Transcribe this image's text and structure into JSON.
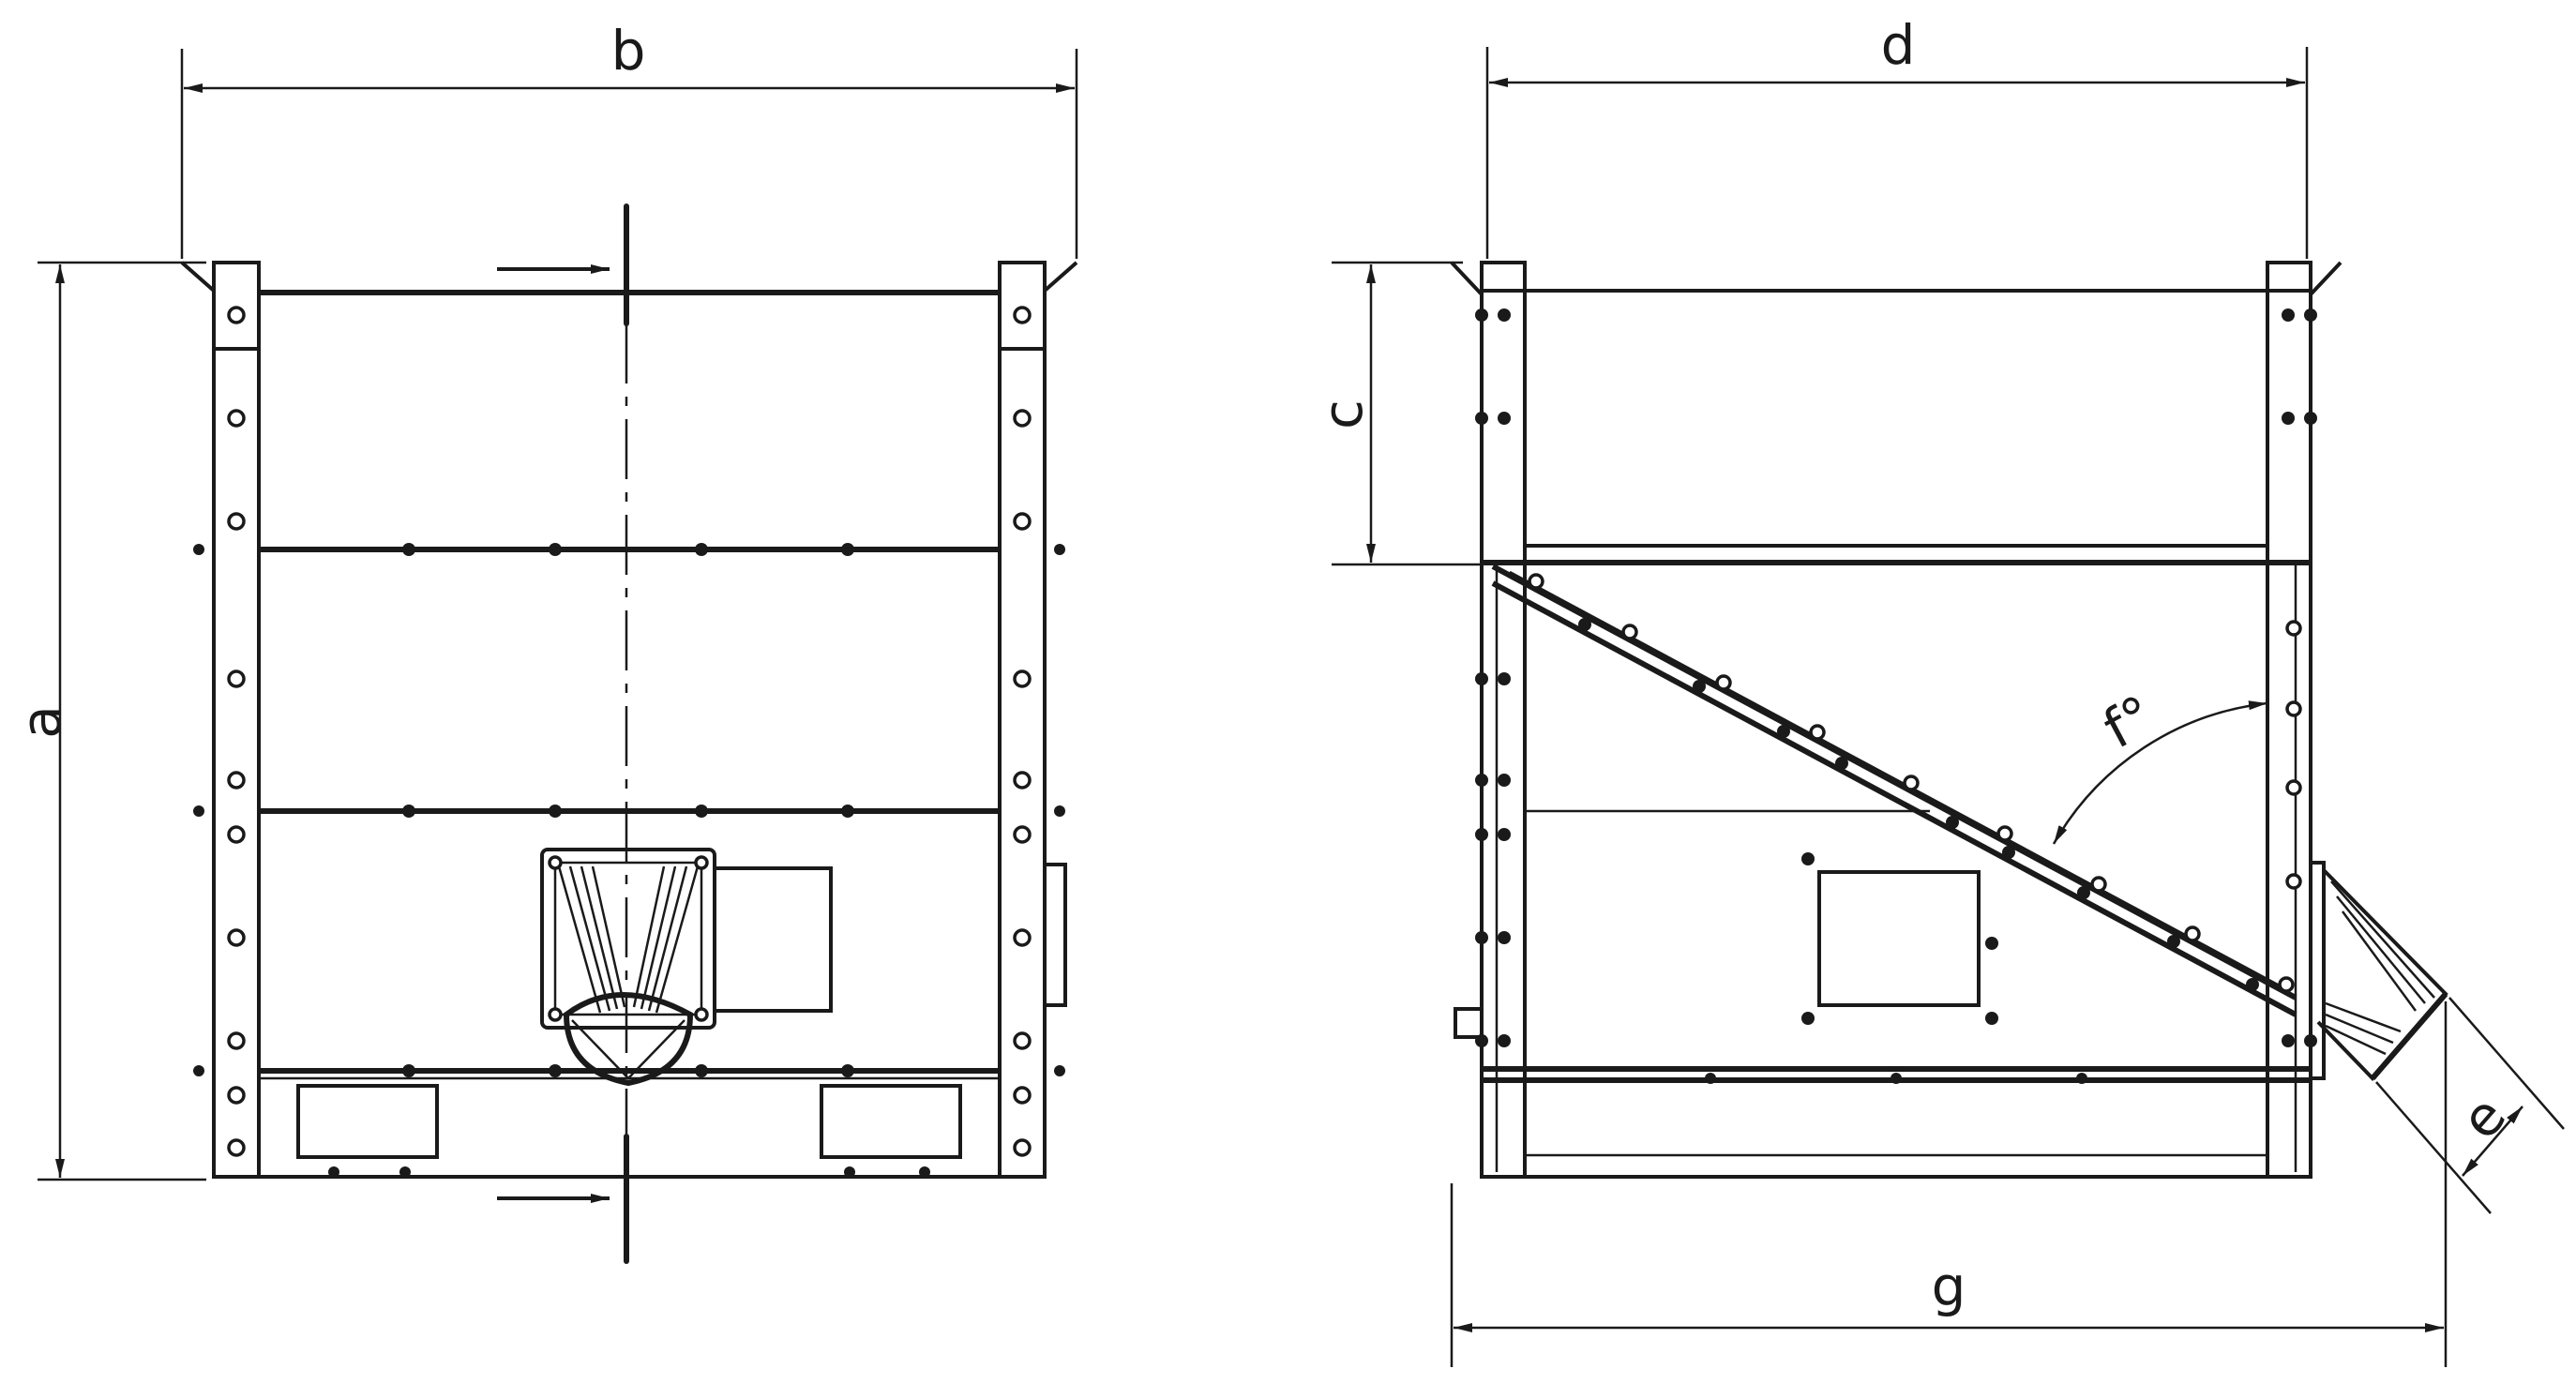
{
  "dimensions": {
    "a": "a",
    "b": "b",
    "c": "c",
    "d": "d",
    "e": "e",
    "f": "f°",
    "g": "g"
  },
  "colors": {
    "line": "#1a1a1a",
    "background": "#ffffff"
  }
}
